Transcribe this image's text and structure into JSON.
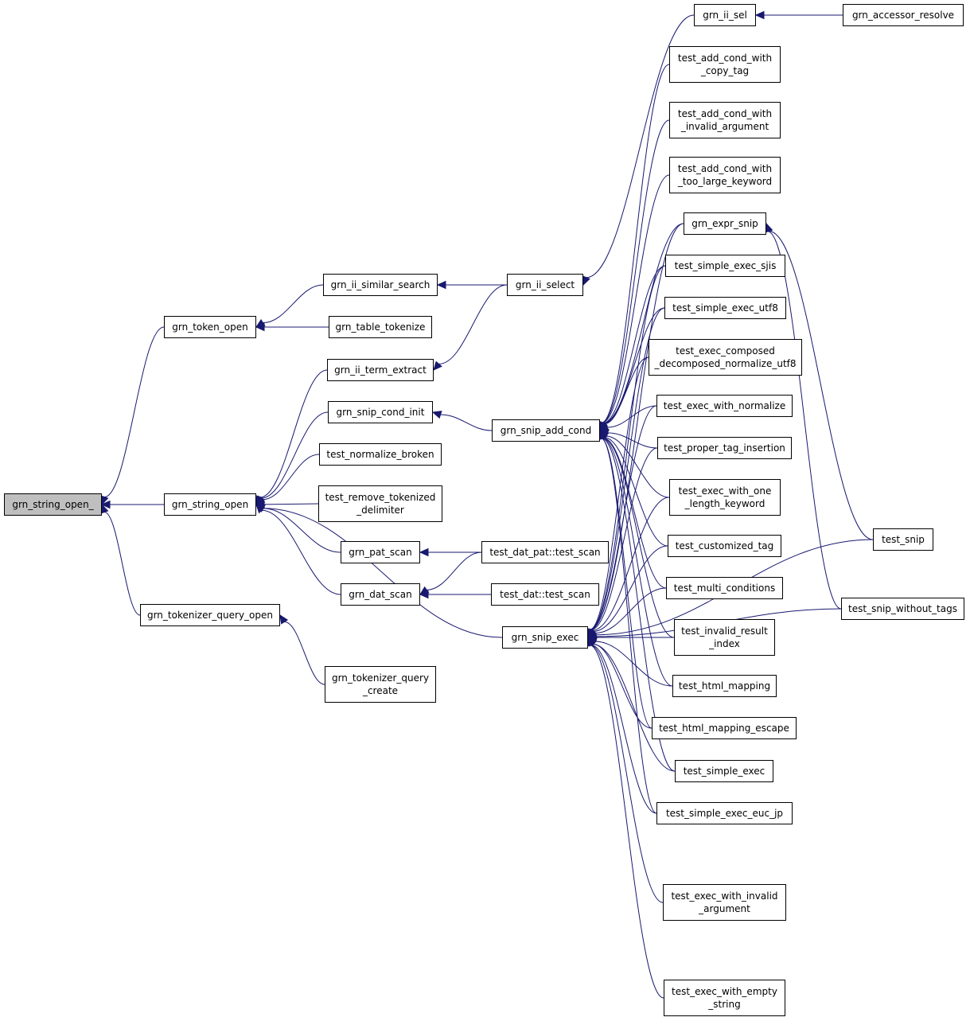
{
  "colors": {
    "edge": "#191970",
    "root_fill": "#bfbfbf",
    "node_fill": "#ffffff",
    "node_border": "#000000"
  },
  "nodes": {
    "grn_string_open_": {
      "lines": [
        "grn_string_open_"
      ]
    },
    "grn_token_open": {
      "lines": [
        "grn_token_open"
      ]
    },
    "grn_string_open": {
      "lines": [
        "grn_string_open"
      ]
    },
    "grn_tokenizer_query_open": {
      "lines": [
        "grn_tokenizer_query_open"
      ]
    },
    "grn_ii_similar_search": {
      "lines": [
        "grn_ii_similar_search"
      ]
    },
    "grn_table_tokenize": {
      "lines": [
        "grn_table_tokenize"
      ]
    },
    "grn_ii_term_extract": {
      "lines": [
        "grn_ii_term_extract"
      ]
    },
    "grn_snip_cond_init": {
      "lines": [
        "grn_snip_cond_init"
      ]
    },
    "test_normalize_broken": {
      "lines": [
        "test_normalize_broken"
      ]
    },
    "test_remove_tokenized_delimiter": {
      "lines": [
        "test_remove_tokenized",
        "_delimiter"
      ]
    },
    "grn_pat_scan": {
      "lines": [
        "grn_pat_scan"
      ]
    },
    "grn_dat_scan": {
      "lines": [
        "grn_dat_scan"
      ]
    },
    "grn_tokenizer_query_create": {
      "lines": [
        "grn_tokenizer_query",
        "_create"
      ]
    },
    "grn_ii_select": {
      "lines": [
        "grn_ii_select"
      ]
    },
    "grn_snip_add_cond": {
      "lines": [
        "grn_snip_add_cond"
      ]
    },
    "test_dat_pat_test_scan": {
      "lines": [
        "test_dat_pat::test_scan"
      ]
    },
    "test_dat_test_scan": {
      "lines": [
        "test_dat::test_scan"
      ]
    },
    "grn_snip_exec": {
      "lines": [
        "grn_snip_exec"
      ]
    },
    "grn_ii_sel": {
      "lines": [
        "grn_ii_sel"
      ]
    },
    "grn_accessor_resolve": {
      "lines": [
        "grn_accessor_resolve"
      ]
    },
    "test_add_cond_with_copy_tag": {
      "lines": [
        "test_add_cond_with",
        "_copy_tag"
      ]
    },
    "test_add_cond_with_invalid_argument": {
      "lines": [
        "test_add_cond_with",
        "_invalid_argument"
      ]
    },
    "test_add_cond_with_too_large_keyword": {
      "lines": [
        "test_add_cond_with",
        "_too_large_keyword"
      ]
    },
    "grn_expr_snip": {
      "lines": [
        "grn_expr_snip"
      ]
    },
    "test_simple_exec_sjis": {
      "lines": [
        "test_simple_exec_sjis"
      ]
    },
    "test_simple_exec_utf8": {
      "lines": [
        "test_simple_exec_utf8"
      ]
    },
    "test_exec_composed_decomposed_normalize_utf8": {
      "lines": [
        "test_exec_composed",
        "_decomposed_normalize_utf8"
      ]
    },
    "test_exec_with_normalize": {
      "lines": [
        "test_exec_with_normalize"
      ]
    },
    "test_proper_tag_insertion": {
      "lines": [
        "test_proper_tag_insertion"
      ]
    },
    "test_exec_with_one_length_keyword": {
      "lines": [
        "test_exec_with_one",
        "_length_keyword"
      ]
    },
    "test_customized_tag": {
      "lines": [
        "test_customized_tag"
      ]
    },
    "test_multi_conditions": {
      "lines": [
        "test_multi_conditions"
      ]
    },
    "test_invalid_result_index": {
      "lines": [
        "test_invalid_result",
        "_index"
      ]
    },
    "test_html_mapping": {
      "lines": [
        "test_html_mapping"
      ]
    },
    "test_html_mapping_escape": {
      "lines": [
        "test_html_mapping_escape"
      ]
    },
    "test_simple_exec": {
      "lines": [
        "test_simple_exec"
      ]
    },
    "test_simple_exec_euc_jp": {
      "lines": [
        "test_simple_exec_euc_jp"
      ]
    },
    "test_exec_with_invalid_argument": {
      "lines": [
        "test_exec_with_invalid",
        "_argument"
      ]
    },
    "test_exec_with_empty_string": {
      "lines": [
        "test_exec_with_empty",
        "_string"
      ]
    },
    "test_snip": {
      "lines": [
        "test_snip"
      ]
    },
    "test_snip_without_tags": {
      "lines": [
        "test_snip_without_tags"
      ]
    }
  },
  "edges": [
    [
      "grn_token_open",
      "grn_string_open_"
    ],
    [
      "grn_string_open",
      "grn_string_open_"
    ],
    [
      "grn_tokenizer_query_open",
      "grn_string_open_"
    ],
    [
      "grn_ii_similar_search",
      "grn_token_open"
    ],
    [
      "grn_table_tokenize",
      "grn_token_open"
    ],
    [
      "grn_ii_term_extract",
      "grn_string_open"
    ],
    [
      "grn_snip_cond_init",
      "grn_string_open"
    ],
    [
      "test_normalize_broken",
      "grn_string_open"
    ],
    [
      "test_remove_tokenized_delimiter",
      "grn_string_open"
    ],
    [
      "grn_pat_scan",
      "grn_string_open"
    ],
    [
      "grn_dat_scan",
      "grn_string_open"
    ],
    [
      "grn_snip_exec",
      "grn_string_open"
    ],
    [
      "grn_tokenizer_query_create",
      "grn_tokenizer_query_open"
    ],
    [
      "grn_ii_select",
      "grn_ii_similar_search"
    ],
    [
      "grn_ii_select",
      "grn_ii_term_extract"
    ],
    [
      "grn_snip_add_cond",
      "grn_snip_cond_init"
    ],
    [
      "test_dat_pat_test_scan",
      "grn_pat_scan"
    ],
    [
      "test_dat_pat_test_scan",
      "grn_dat_scan"
    ],
    [
      "test_dat_test_scan",
      "grn_dat_scan"
    ],
    [
      "grn_ii_sel",
      "grn_ii_select"
    ],
    [
      "grn_accessor_resolve",
      "grn_ii_sel"
    ],
    [
      "test_add_cond_with_copy_tag",
      "grn_snip_add_cond"
    ],
    [
      "test_add_cond_with_invalid_argument",
      "grn_snip_add_cond"
    ],
    [
      "test_add_cond_with_too_large_keyword",
      "grn_snip_add_cond"
    ],
    [
      "grn_expr_snip",
      "grn_snip_add_cond"
    ],
    [
      "test_simple_exec_sjis",
      "grn_snip_add_cond"
    ],
    [
      "test_simple_exec_utf8",
      "grn_snip_add_cond"
    ],
    [
      "test_exec_composed_decomposed_normalize_utf8",
      "grn_snip_add_cond"
    ],
    [
      "test_exec_with_normalize",
      "grn_snip_add_cond"
    ],
    [
      "test_proper_tag_insertion",
      "grn_snip_add_cond"
    ],
    [
      "test_exec_with_one_length_keyword",
      "grn_snip_add_cond"
    ],
    [
      "test_customized_tag",
      "grn_snip_add_cond"
    ],
    [
      "test_multi_conditions",
      "grn_snip_add_cond"
    ],
    [
      "test_invalid_result_index",
      "grn_snip_add_cond"
    ],
    [
      "test_html_mapping",
      "grn_snip_add_cond"
    ],
    [
      "test_html_mapping_escape",
      "grn_snip_add_cond"
    ],
    [
      "test_simple_exec",
      "grn_snip_add_cond"
    ],
    [
      "test_simple_exec_euc_jp",
      "grn_snip_add_cond"
    ],
    [
      "test_snip",
      "grn_expr_snip"
    ],
    [
      "test_snip_without_tags",
      "grn_expr_snip"
    ],
    [
      "grn_expr_snip",
      "grn_snip_exec"
    ],
    [
      "test_simple_exec_sjis",
      "grn_snip_exec"
    ],
    [
      "test_simple_exec_utf8",
      "grn_snip_exec"
    ],
    [
      "test_exec_composed_decomposed_normalize_utf8",
      "grn_snip_exec"
    ],
    [
      "test_exec_with_normalize",
      "grn_snip_exec"
    ],
    [
      "test_proper_tag_insertion",
      "grn_snip_exec"
    ],
    [
      "test_exec_with_one_length_keyword",
      "grn_snip_exec"
    ],
    [
      "test_customized_tag",
      "grn_snip_exec"
    ],
    [
      "test_multi_conditions",
      "grn_snip_exec"
    ],
    [
      "test_invalid_result_index",
      "grn_snip_exec"
    ],
    [
      "test_html_mapping",
      "grn_snip_exec"
    ],
    [
      "test_html_mapping_escape",
      "grn_snip_exec"
    ],
    [
      "test_simple_exec",
      "grn_snip_exec"
    ],
    [
      "test_simple_exec_euc_jp",
      "grn_snip_exec"
    ],
    [
      "test_exec_with_invalid_argument",
      "grn_snip_exec"
    ],
    [
      "test_exec_with_empty_string",
      "grn_snip_exec"
    ],
    [
      "test_snip",
      "grn_snip_exec"
    ],
    [
      "test_snip_without_tags",
      "grn_snip_exec"
    ]
  ]
}
